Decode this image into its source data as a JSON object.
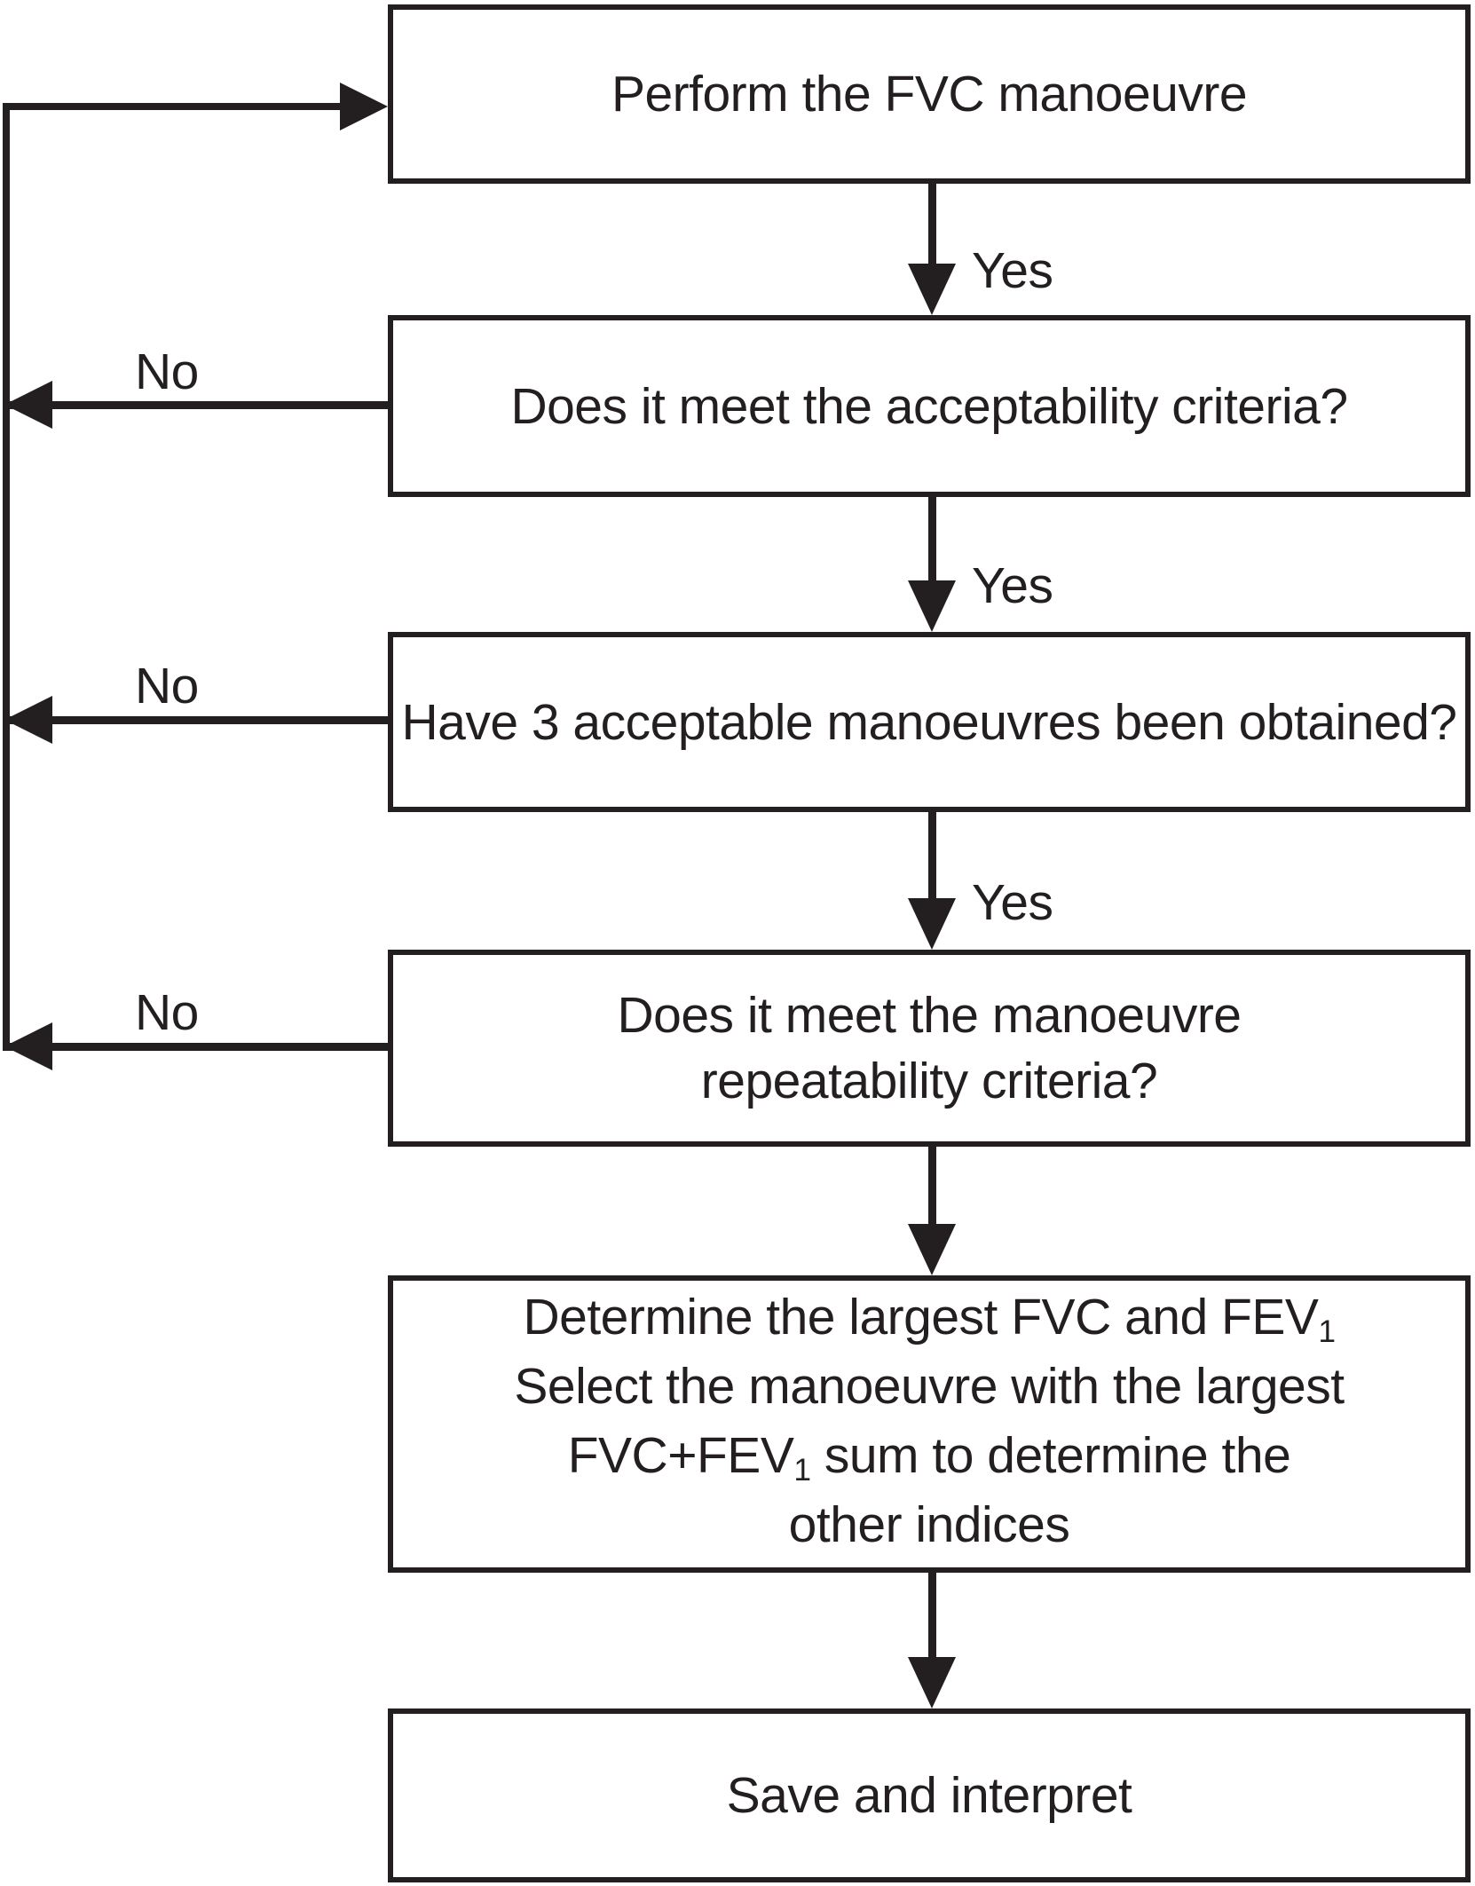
{
  "flow": {
    "background": "#ffffff",
    "ink_color": "#231f20",
    "nodes": [
      {
        "id": "perform-fvc",
        "label": "Perform the FVC manoeuvre"
      },
      {
        "id": "acceptability",
        "label": "Does it meet the acceptability criteria?"
      },
      {
        "id": "three-acceptable",
        "label": "Have 3 acceptable manoeuvres been obtained?"
      },
      {
        "id": "repeatability",
        "label": "Does it meet the manoeuvre repeatability criteria?"
      },
      {
        "id": "determine-largest",
        "lines": [
          {
            "pre": "Determine the largest FVC and FEV",
            "sub": "1",
            "post": ""
          },
          {
            "pre": "Select the manoeuvre with the largest",
            "sub": "",
            "post": ""
          },
          {
            "pre": "FVC+FEV",
            "sub": "1",
            "post": " sum to determine the"
          },
          {
            "pre": "other indices",
            "sub": "",
            "post": ""
          }
        ]
      },
      {
        "id": "save-interpret",
        "label": "Save and interpret"
      }
    ],
    "edges": [
      {
        "from": "perform-fvc",
        "to": "acceptability",
        "label": "Yes"
      },
      {
        "from": "acceptability",
        "to": "three-acceptable",
        "label": "Yes"
      },
      {
        "from": "three-acceptable",
        "to": "repeatability",
        "label": "Yes"
      },
      {
        "from": "repeatability",
        "to": "determine-largest",
        "label": ""
      },
      {
        "from": "determine-largest",
        "to": "save-interpret",
        "label": ""
      },
      {
        "from": "acceptability",
        "to": "perform-fvc",
        "label": "No"
      },
      {
        "from": "three-acceptable",
        "to": "perform-fvc",
        "label": "No"
      },
      {
        "from": "repeatability",
        "to": "perform-fvc",
        "label": "No"
      }
    ]
  }
}
